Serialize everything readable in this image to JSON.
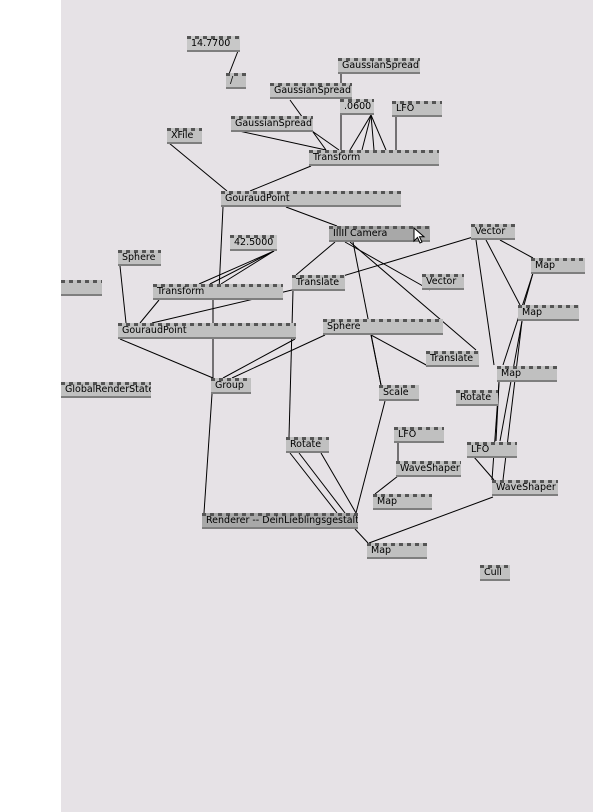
{
  "patch": {
    "nodes": [
      {
        "id": "n_val1",
        "label": "14.7700",
        "kind": "value"
      },
      {
        "id": "n_div",
        "label": "/",
        "kind": "node"
      },
      {
        "id": "n_gs1",
        "label": "GaussianSpread",
        "kind": "node"
      },
      {
        "id": "n_gs2",
        "label": "GaussianSpread",
        "kind": "node"
      },
      {
        "id": "n_val2",
        "label": ".0600",
        "kind": "value"
      },
      {
        "id": "n_lfo1",
        "label": "LFO",
        "kind": "node"
      },
      {
        "id": "n_gs3",
        "label": "GaussianSpread",
        "kind": "node"
      },
      {
        "id": "n_xfile",
        "label": "XFile",
        "kind": "node"
      },
      {
        "id": "n_transform1",
        "label": "Transform",
        "kind": "node"
      },
      {
        "id": "n_gouraud1",
        "label": "GouraudPoint",
        "kind": "node"
      },
      {
        "id": "n_camera",
        "label": "IIIII Camera",
        "kind": "node"
      },
      {
        "id": "n_vector1",
        "label": "Vector",
        "kind": "node"
      },
      {
        "id": "n_val3",
        "label": "42.5000",
        "kind": "value"
      },
      {
        "id": "n_sphere1",
        "label": "Sphere",
        "kind": "node"
      },
      {
        "id": "n_map1",
        "label": "Map",
        "kind": "node"
      },
      {
        "id": "n_edge",
        "label": "",
        "kind": "node"
      },
      {
        "id": "n_transform2",
        "label": "Transform",
        "kind": "node"
      },
      {
        "id": "n_translate1",
        "label": "Translate",
        "kind": "node"
      },
      {
        "id": "n_vector2",
        "label": "Vector",
        "kind": "node"
      },
      {
        "id": "n_map2",
        "label": "Map",
        "kind": "node"
      },
      {
        "id": "n_gouraud2",
        "label": "GouraudPoint",
        "kind": "node"
      },
      {
        "id": "n_sphere2",
        "label": "Sphere",
        "kind": "node"
      },
      {
        "id": "n_translate2",
        "label": "Translate",
        "kind": "node"
      },
      {
        "id": "n_map3",
        "label": "Map",
        "kind": "node"
      },
      {
        "id": "n_grs",
        "label": "GlobalRenderState",
        "kind": "node"
      },
      {
        "id": "n_group",
        "label": "Group",
        "kind": "node"
      },
      {
        "id": "n_scale",
        "label": "Scale",
        "kind": "node"
      },
      {
        "id": "n_rotate1",
        "label": "Rotate",
        "kind": "node"
      },
      {
        "id": "n_lfo2",
        "label": "LFO",
        "kind": "node"
      },
      {
        "id": "n_rotate2",
        "label": "Rotate",
        "kind": "node"
      },
      {
        "id": "n_lfo3",
        "label": "LFO",
        "kind": "node"
      },
      {
        "id": "n_waveshaper1",
        "label": "WaveShaper",
        "kind": "node"
      },
      {
        "id": "n_waveshaper2",
        "label": "WaveShaper",
        "kind": "node"
      },
      {
        "id": "n_map4",
        "label": "Map",
        "kind": "node"
      },
      {
        "id": "n_renderer",
        "label": "Renderer -- DeinLieblingsgestalter",
        "kind": "node"
      },
      {
        "id": "n_map5",
        "label": "Map",
        "kind": "node"
      },
      {
        "id": "n_cull",
        "label": "Cull",
        "kind": "node"
      }
    ]
  }
}
